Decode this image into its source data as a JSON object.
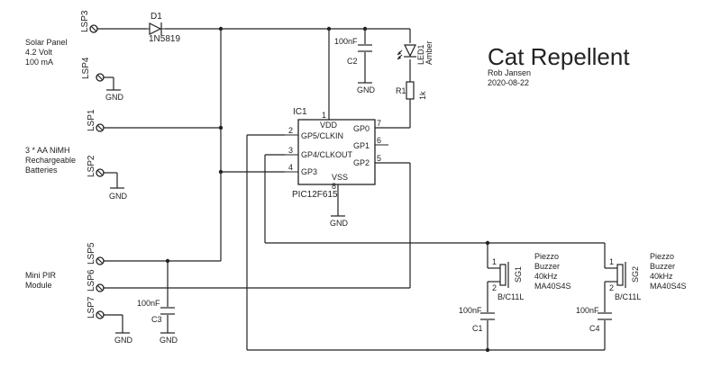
{
  "header": {
    "title": "Cat Repellent",
    "author": "Rob Jansen",
    "date": "2020-08-22"
  },
  "connectors": [
    {
      "ref": "LSP3",
      "desc": ""
    },
    {
      "ref": "LSP4",
      "desc": ""
    },
    {
      "ref": "LSP1",
      "desc": ""
    },
    {
      "ref": "LSP2",
      "desc": ""
    },
    {
      "ref": "LSP5",
      "desc": ""
    },
    {
      "ref": "LSP6",
      "desc": ""
    },
    {
      "ref": "LSP7",
      "desc": ""
    }
  ],
  "notes": {
    "solar": [
      "Solar Panel",
      "4.2 Volt",
      "100 mA"
    ],
    "battery": [
      "3 * AA NiMH",
      "Rechargeable",
      "Batteries"
    ],
    "pir": [
      "Mini PIR",
      "Module"
    ]
  },
  "ground_label": "GND",
  "diode": {
    "ref": "D1",
    "value": "1N5819"
  },
  "led": {
    "ref": "LED1",
    "value": "Amber"
  },
  "resistor": {
    "ref": "R1",
    "value": "1k"
  },
  "capacitors": [
    {
      "ref": "C2",
      "value": "100nF"
    },
    {
      "ref": "C3",
      "value": "100nF"
    },
    {
      "ref": "C1",
      "value": "100nF"
    },
    {
      "ref": "C4",
      "value": "100nF"
    }
  ],
  "ic": {
    "ref": "IC1",
    "part": "PIC12F615",
    "pins": {
      "vdd": {
        "name": "VDD",
        "num": "1"
      },
      "gp5": {
        "name": "GP5/CLKIN",
        "num": "2"
      },
      "gp4": {
        "name": "GP4/CLKOUT",
        "num": "3"
      },
      "gp3": {
        "name": "GP3",
        "num": "4"
      },
      "gp0": {
        "name": "GP0",
        "num": "7"
      },
      "gp1": {
        "name": "GP1",
        "num": "6"
      },
      "gp2": {
        "name": "GP2",
        "num": "5"
      },
      "vss": {
        "name": "VSS",
        "num": "8"
      }
    }
  },
  "buzzers": [
    {
      "ref": "SG1",
      "desc": [
        "Piezzo",
        "Buzzer",
        "40kHz",
        "MA40S4S"
      ],
      "footprint": "B/C11L",
      "pin1": "1",
      "pin2": "2"
    },
    {
      "ref": "SG2",
      "desc": [
        "Piezzo",
        "Buzzer",
        "40kHz",
        "MA40S4S"
      ],
      "footprint": "B/C11L",
      "pin1": "1",
      "pin2": "2"
    }
  ]
}
